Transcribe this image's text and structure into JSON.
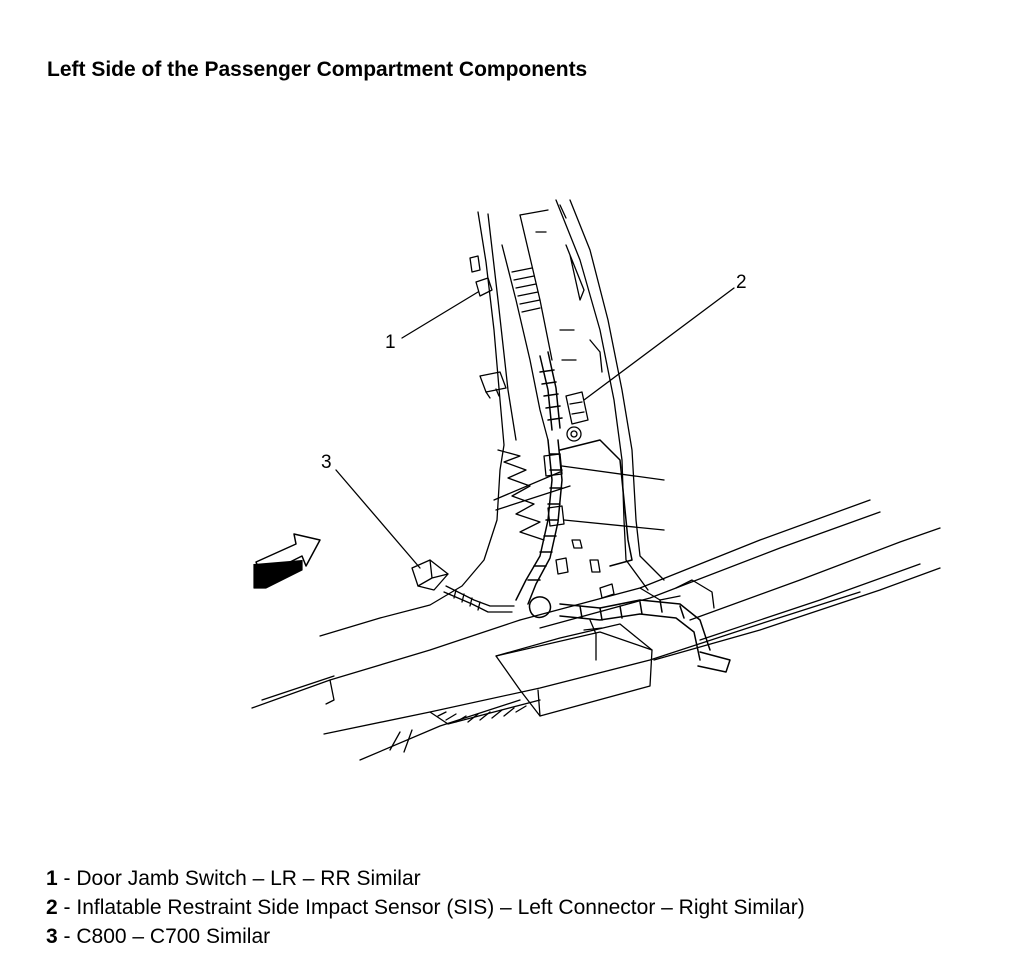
{
  "title": "Left Side of the Passenger Compartment Components",
  "callouts": [
    {
      "number": "1"
    },
    {
      "number": "2"
    },
    {
      "number": "3"
    }
  ],
  "legend": [
    {
      "number": "1",
      "separator": " - ",
      "text": "Door Jamb Switch – LR – RR Similar"
    },
    {
      "number": "2",
      "separator": " - ",
      "text": "Inflatable Restraint Side Impact Sensor (SIS) – Left Connector – Right Similar)"
    },
    {
      "number": "3",
      "separator": " - ",
      "text": "C800 – C700 Similar"
    }
  ]
}
